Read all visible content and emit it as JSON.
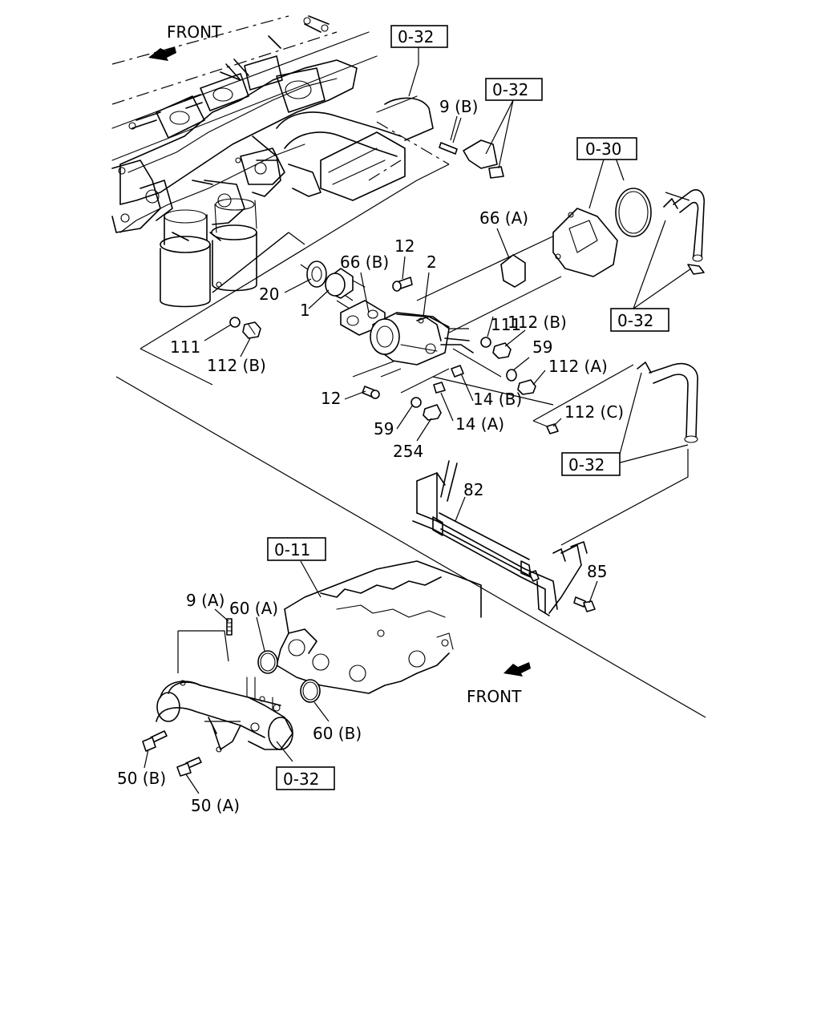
{
  "labels": {
    "front_top": "FRONT",
    "front_bottom": "FRONT",
    "p1": "1",
    "p2": "2",
    "p12a": "12",
    "p12b": "12",
    "p14a": "14 (A)",
    "p14b": "14 (B)",
    "p20": "20",
    "p59a": "59",
    "p59b": "59",
    "p66a": "66 (A)",
    "p66b": "66 (B)",
    "p82": "82",
    "p85": "85",
    "p111a": "111",
    "p111b": "111",
    "p112a": "112 (A)",
    "p112b_left": "112 (B)",
    "p112b_right": "112 (B)",
    "p112c": "112 (C)",
    "p254": "254",
    "p9a": "9 (A)",
    "p9b": "9 (B)",
    "p60a": "60 (A)",
    "p60b": "60 (B)",
    "p50a": "50 (A)",
    "p50b": "50 (B)"
  },
  "refs": {
    "r032_top": "0-32",
    "r032_bracket": "0-32",
    "r030": "0-30",
    "r032_right": "0-32",
    "r032_lower": "0-32",
    "r011": "0-11",
    "r032_bottom": "0-32"
  }
}
